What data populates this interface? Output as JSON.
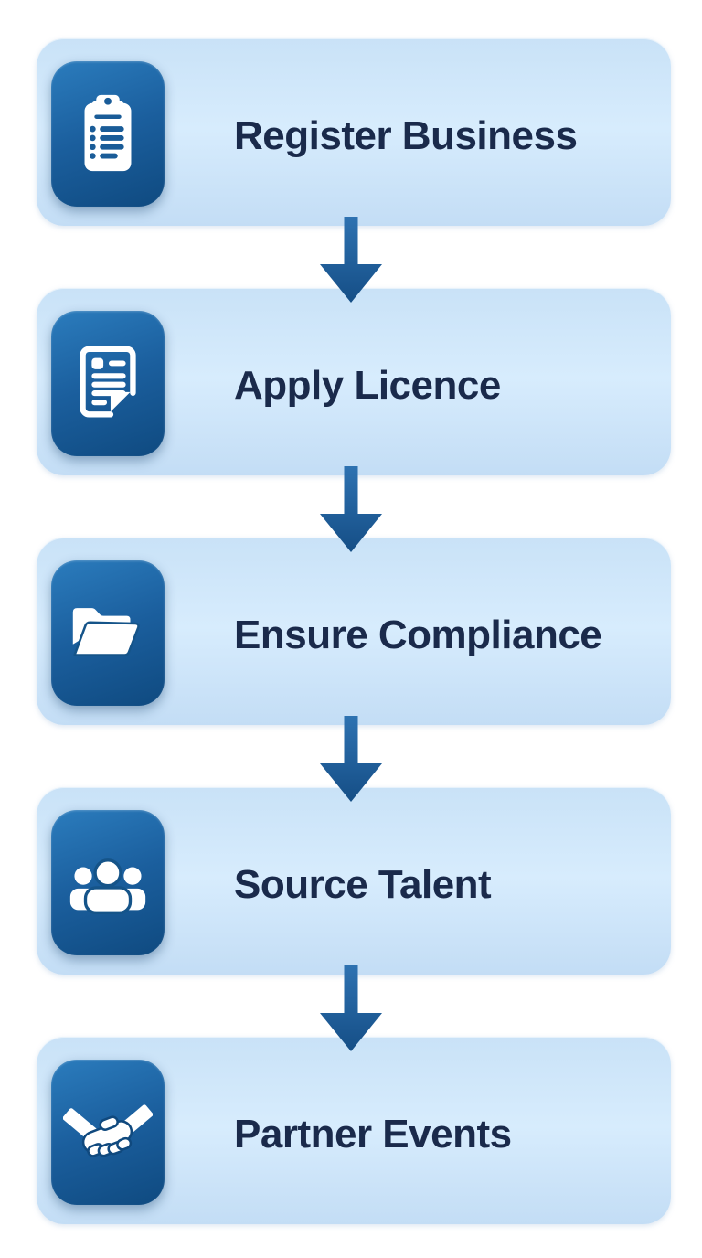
{
  "diagram": {
    "type": "flowchart-vertical",
    "steps": [
      {
        "label": "Register Business",
        "icon": "clipboard-list-icon"
      },
      {
        "label": "Apply Licence",
        "icon": "document-icon"
      },
      {
        "label": "Ensure Compliance",
        "icon": "folder-open-icon"
      },
      {
        "label": "Source Talent",
        "icon": "people-group-icon"
      },
      {
        "label": "Partner Events",
        "icon": "handshake-icon"
      }
    ],
    "connector_icon": "down-arrow-icon",
    "connector_count": 4
  },
  "colors": {
    "page_bg": "#ffffff",
    "card_bg_top": "#c9e2f7",
    "card_bg_mid": "#d7ecfd",
    "card_bg_bottom": "#c3ddf5",
    "tile_top": "#2b7cbd",
    "tile_bottom": "#0f4a80",
    "arrow_top": "#2e72b1",
    "arrow_bottom": "#154e86",
    "label_text": "#1a2a4b",
    "icon_glyph": "#ffffff"
  }
}
